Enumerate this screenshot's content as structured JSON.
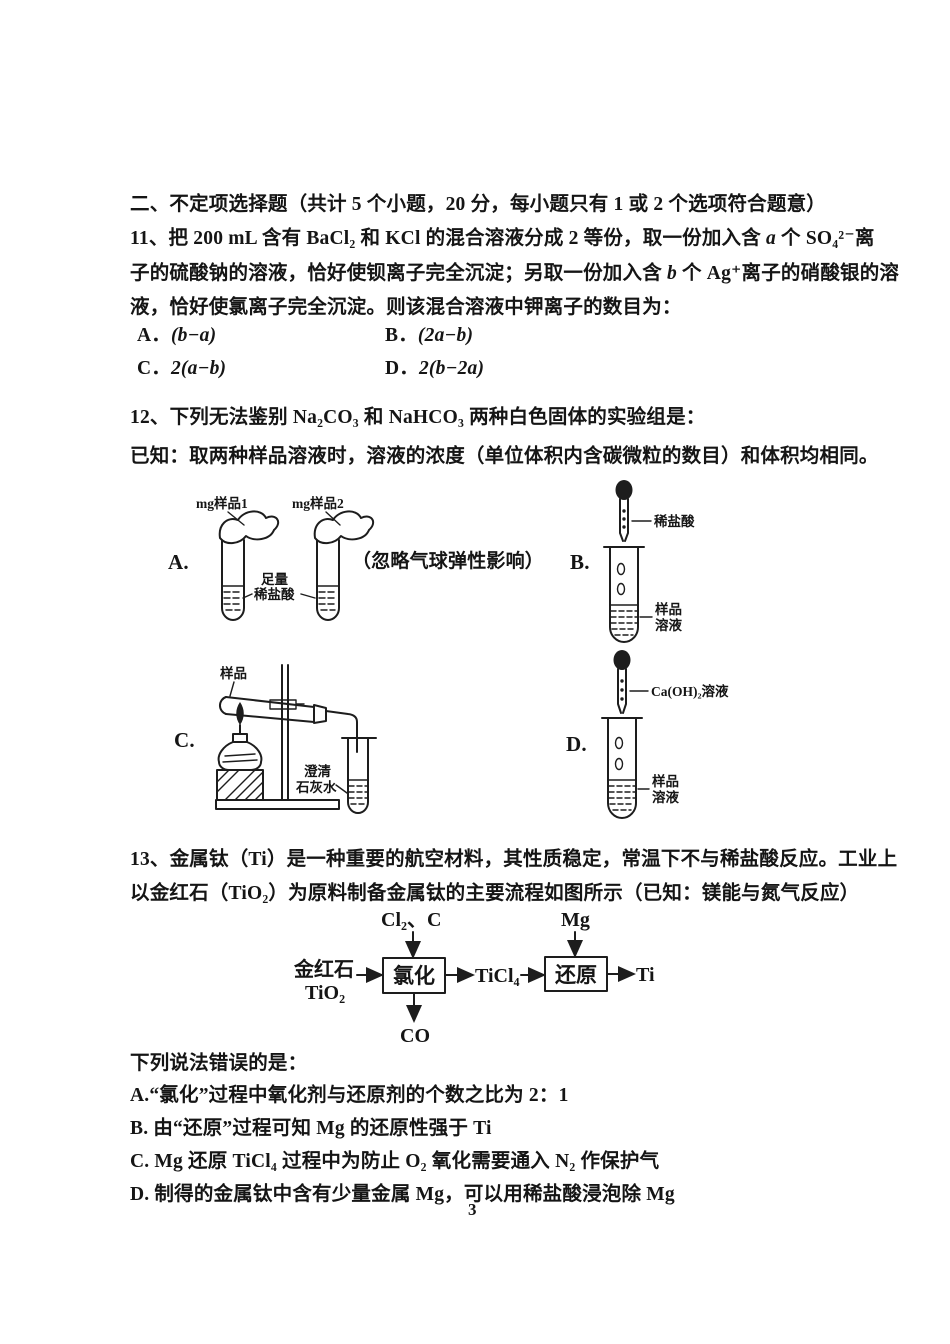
{
  "page": {
    "number": "3"
  },
  "section": {
    "header": "二、不定项选择题（共计 5 个小题，20 分，每小题只有 1 或 2 个选项符合题意）"
  },
  "q11": {
    "line1_pre": "11、把 200 mL 含有 BaCl₂ 和 KCl 的混合溶液分成 2 等份，取一份加入含 ",
    "line1_var": "a",
    "line1_post": " 个 SO₄²⁻离",
    "line2_pre": "子的硫酸钠的溶液，恰好使钡离子完全沉淀；另取一份加入含 ",
    "line2_var": "b",
    "line2_post": " 个 Ag⁺离子的硝酸银的溶",
    "line3": "液，恰好使氯离子完全沉淀。则该混合溶液中钾离子的数目为：",
    "options": [
      {
        "label": "A．",
        "formula": "(b−a)"
      },
      {
        "label": "B．",
        "formula": "(2a−b)"
      },
      {
        "label": "C．",
        "formula": "2(a−b)"
      },
      {
        "label": "D．",
        "formula": "2(b−2a)"
      }
    ]
  },
  "q12": {
    "stem": "12、下列无法鉴别 Na₂CO₃ 和 NaHCO₃ 两种白色固体的实验组是：",
    "known": "已知：取两种样品溶液时，溶液的浓度（单位体积内含碳微粒的数目）和体积均相同。",
    "diagram_a": {
      "letter": "A.",
      "sample1": "mg样品1",
      "sample2": "mg样品2",
      "acid_line1": "足量",
      "acid_line2": "稀盐酸",
      "note": "（忽略气球弹性影响）"
    },
    "diagram_b": {
      "letter": "B.",
      "dropper_label": "稀盐酸",
      "tube_label1": "样品",
      "tube_label2": "溶液"
    },
    "diagram_c": {
      "letter": "C.",
      "sample_label": "样品",
      "lime_line1": "澄清",
      "lime_line2": "石灰水"
    },
    "diagram_d": {
      "letter": "D.",
      "dropper_label": "Ca(OH)₂溶液",
      "tube_label1": "样品",
      "tube_label2": "溶液"
    }
  },
  "q13": {
    "line1": "13、金属钛（Ti）是一种重要的航空材料，其性质稳定，常温下不与稀盐酸反应。工业上",
    "line2": "以金红石（TiO₂）为原料制备金属钛的主要流程如图所示（已知：镁能与氮气反应）",
    "flow": {
      "input_top1": "Cl₂、C",
      "input_top2": "Mg",
      "feed_line1": "金红石",
      "feed_line2": "TiO₂",
      "box1": "氯化",
      "intermediate": "TiCl₄",
      "box2": "还原",
      "product": "Ti",
      "byproduct": "CO"
    },
    "prompt": "下列说法错误的是：",
    "options": [
      "A.“氯化”过程中氧化剂与还原剂的个数之比为 2：1",
      "B. 由“还原”过程可知 Mg 的还原性强于 Ti",
      "C. Mg 还原 TiCl₄ 过程中为防止 O₂ 氧化需要通入 N₂ 作保护气",
      "D. 制得的金属钛中含有少量金属 Mg，可以用稀盐酸浸泡除 Mg"
    ]
  }
}
